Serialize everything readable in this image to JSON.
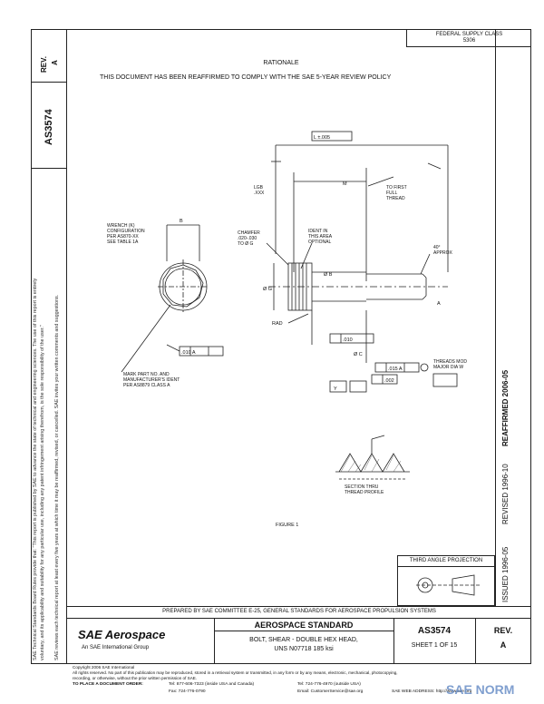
{
  "header": {
    "rev_label": "REV.",
    "rev_letter": "A",
    "doc_number": "AS3574",
    "federal_supply": "FEDERAL SUPPLY CLASS",
    "federal_supply_code": "5306"
  },
  "rationale": {
    "title": "RATIONALE",
    "text": "THIS DOCUMENT HAS BEEN REAFFIRMED TO COMPLY WITH THE SAE 5-YEAR REVIEW POLICY"
  },
  "drawing": {
    "labels": {
      "length_ref": "L ±.005",
      "wrench": "WRENCH (K)\nCONFIGURATION\nPER AS870-XX\nSEE TABLE 1A",
      "lgb": "LGB\n.XXX",
      "first_thread": "TO FIRST\nFULL\nTHREAD",
      "chamfer": "CHAMFER\n.020-.030\nTO Ø G",
      "ident": "IDENT IN\nTHIS AREA\nOPTIONAL",
      "approx": "40°\nAPPROX",
      "og": "Ø G",
      "rad": "RAD",
      "mark": "MARK PART NO. AND\nMANUFACTURER'S IDENT\nPER AS8879 CLASS A",
      "thread": "THREADS MOD\nMAJOR DIA W",
      "figure": "FIGURE 1",
      "section": "SECTION THRU\nTHREAD PROFILE",
      "b": "B",
      "m": "M",
      "oc": "Ø C",
      "ob": "Ø B",
      "a": "A",
      "y": "Y",
      "tol1": ".010",
      "tol2": ".002",
      "tol3": ".010 A",
      "tol4": ".015 A"
    }
  },
  "right_stamp": {
    "issued": "ISSUED 1996-05",
    "revised": "REVISED 1996-10",
    "reaffirmed": "REAFFIRMED 2006-05"
  },
  "projection": {
    "label": "THIRD ANGLE PROJECTION"
  },
  "footer": {
    "prepared_by": "PREPARED BY SAE COMMITTEE E-25, GENERAL STANDARDS FOR AEROSPACE PROPULSION SYSTEMS",
    "logo_main": "SAE Aerospace",
    "logo_sub": "An SAE International Group",
    "standard_title": "AEROSPACE STANDARD",
    "description_line1": "BOLT, SHEAR - DOUBLE HEX HEAD,",
    "description_line2": "UNS N07718 185 ksi",
    "number": "AS3574",
    "sheet": "SHEET 1 OF 15",
    "rev_label": "REV.",
    "rev_letter": "A"
  },
  "bottom_text": {
    "copyright": "Copyright 2006 SAE International",
    "rights": "All rights reserved. No part of this publication may be reproduced, stored in a retrieval system or transmitted, in any form or by any means, electronic, mechanical, photocopying,",
    "rights2": "recording, or otherwise, without the prior written permission of SAE.",
    "order": "TO PLACE A DOCUMENT ORDER:",
    "tel1": "Tel: 877-606-7323 (inside USA and Canada)",
    "fax": "Fax: 724-776-0790",
    "tel2": "Tel: 724-776-4970 (outside USA)",
    "email": "Email: CustomerService@sae.org",
    "web": "SAE WEB ADDRESS: http://www.sae.org",
    "watermark": "SAE NORM"
  },
  "left_notes": {
    "note1": "SAE Technical Standards Board Rules provide that: \"This report is published by SAE to advance the state of technical and engineering sciences. The use of this report is entirely",
    "note2": "voluntary, and its applicability and suitability for any particular use, including any patent infringement arising therefrom, is the sole responsibility of the user.\"",
    "note3": "SAE reviews each technical report at least every five years at which time it may be reaffirmed, revised, or cancelled. SAE invites your written comments and suggestions."
  }
}
